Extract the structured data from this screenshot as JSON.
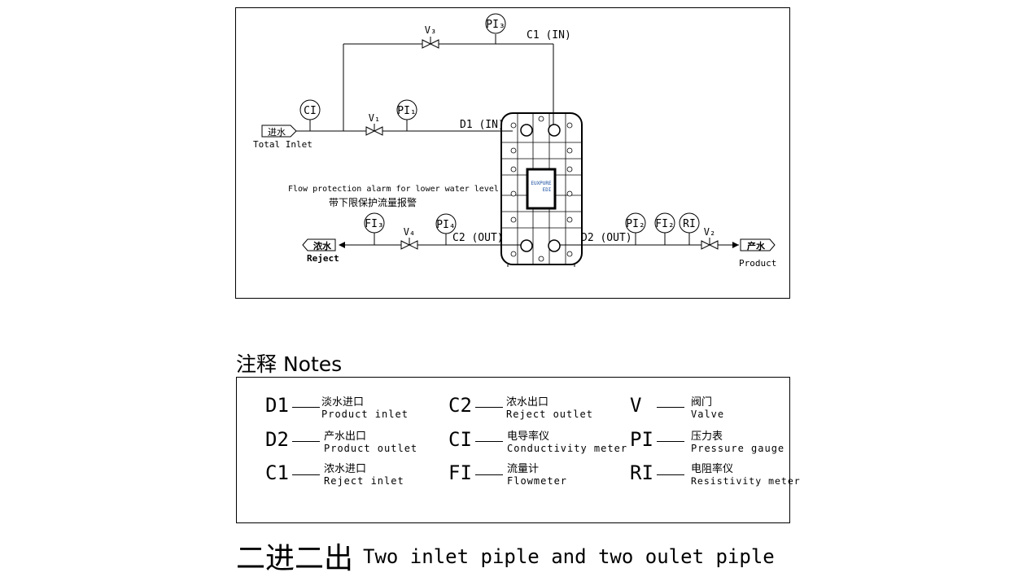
{
  "diagram": {
    "pi3": "PI₃",
    "v3": "V₃",
    "c1_in": "C1 (IN)",
    "ci": "CI",
    "v1": "V₁",
    "pi1": "PI₁",
    "d1_in": "D1 (IN)",
    "inlet_cn": "进水",
    "inlet_en": "Total Inlet",
    "alarm_en": "Flow protection alarm for lower water level",
    "alarm_cn": "带下限保护流量报警",
    "fi3": "FI₃",
    "v4": "V₄",
    "pi4": "PI₄",
    "c2_out": "C2 (OUT)",
    "reject_cn": "浓水",
    "reject_en": "Reject",
    "d2_out": "D2 (OUT)",
    "pi2": "PI₂",
    "fi2": "FI₂",
    "ri": "RI",
    "v2": "V₂",
    "product_cn": "产水",
    "product_en": "Product",
    "module_brand": "EUXPURE",
    "module_type": "EDI"
  },
  "notes": {
    "title": "注释 Notes",
    "items": [
      {
        "code": "D1",
        "cn": "淡水进口",
        "en": "Product inlet"
      },
      {
        "code": "D2",
        "cn": "产水出口",
        "en": "Product outlet"
      },
      {
        "code": "C1",
        "cn": "浓水进口",
        "en": "Reject inlet"
      },
      {
        "code": "C2",
        "cn": "浓水出口",
        "en": "Reject outlet"
      },
      {
        "code": "CI",
        "cn": "电导率仪",
        "en": "Conductivity meter"
      },
      {
        "code": "FI",
        "cn": "流量计",
        "en": "Flowmeter"
      },
      {
        "code": "V",
        "cn": "阀门",
        "en": "Valve"
      },
      {
        "code": "PI",
        "cn": "压力表",
        "en": "Pressure gauge"
      },
      {
        "code": "RI",
        "cn": "电阻率仪",
        "en": "Resistivity meter"
      }
    ]
  },
  "footer": {
    "cn": "二进二出",
    "en": "Two inlet piple and two oulet piple"
  }
}
